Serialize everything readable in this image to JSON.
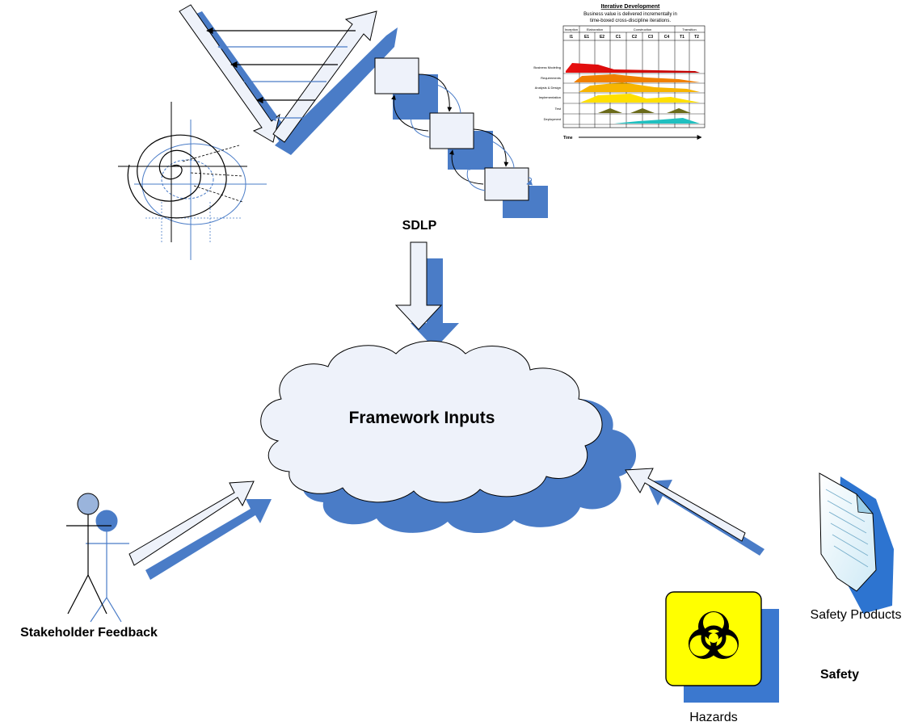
{
  "diagram": {
    "center_label": "Framework Inputs",
    "sdlp_label": "SDLP",
    "stakeholder_label": "Stakeholder Feedback",
    "safety_products_label": "Safety Products",
    "safety_label": "Safety",
    "hazards_label": "Hazards"
  },
  "iterative_chart": {
    "title": "Iterative Development",
    "subtitle_line1": "Business value is delivered incrementally in",
    "subtitle_line2": "time-boxed cross-discipline iterations.",
    "phases": [
      "Inception",
      "Elaboration",
      "Construction",
      "Transition"
    ],
    "iterations": [
      "I1",
      "E1",
      "E2",
      "C1",
      "C2",
      "C3",
      "C4",
      "T1",
      "T2"
    ],
    "disciplines": [
      "Business Modeling",
      "Requirements",
      "Analysis & Design",
      "Implementation",
      "Test",
      "Deployment"
    ],
    "time_label": "Time"
  },
  "colors": {
    "shadow_blue": "#4a7cc7",
    "arrow_fill": "#e8eef7",
    "cloud_fill": "#eef2fa",
    "hazard_yellow": "#ffff00",
    "doc_fill": "#dff3fa"
  }
}
